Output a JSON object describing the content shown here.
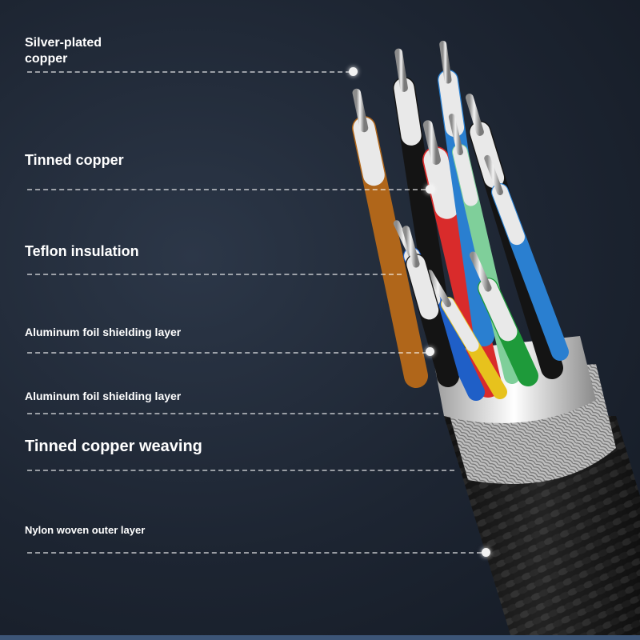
{
  "callouts": [
    {
      "text": "Silver-plated\ncopper"
    },
    {
      "text": "Tinned copper"
    },
    {
      "text": "Teflon insulation"
    },
    {
      "text": "Aluminum foil shielding layer"
    },
    {
      "text": "Aluminum foil shielding layer"
    },
    {
      "text": "Tinned copper weaving"
    },
    {
      "text": "Nylon woven outer layer"
    }
  ],
  "wire_colors": [
    "#b0661a",
    "#d92b2b",
    "#1f5fc7",
    "#1e9a3a",
    "#e7c21d",
    "#141414",
    "#2a7fd0",
    "#7fcf9a"
  ]
}
